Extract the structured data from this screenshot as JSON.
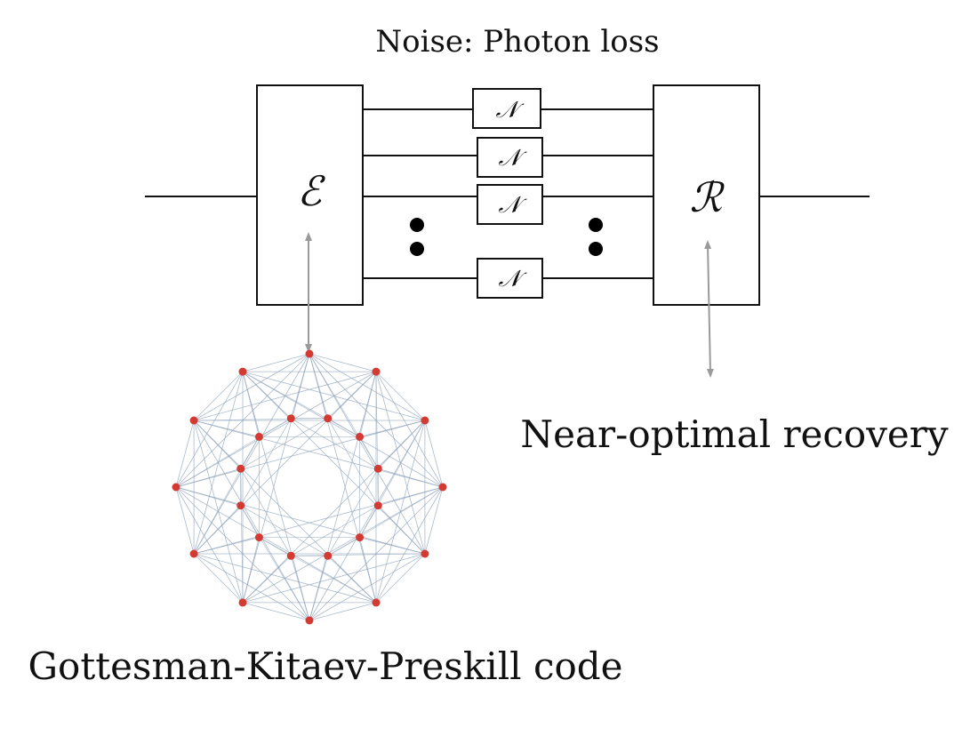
{
  "title": "Noise: Photon loss",
  "encoder": {
    "symbol": "ℰ"
  },
  "recovery": {
    "symbol": "ℛ"
  },
  "noise_channels": [
    {
      "symbol": "𝒩"
    },
    {
      "symbol": "𝒩"
    },
    {
      "symbol": "𝒩"
    },
    {
      "symbol": "𝒩"
    }
  ],
  "labels": {
    "recovery_caption": "Near-optimal recovery",
    "code_caption": "Gottesman-Kitaev-Preskill code"
  },
  "colors": {
    "stroke": "#111111",
    "arrow": "#9a9a9a",
    "node": "#d33a32",
    "edge": "#8fa3bb"
  }
}
